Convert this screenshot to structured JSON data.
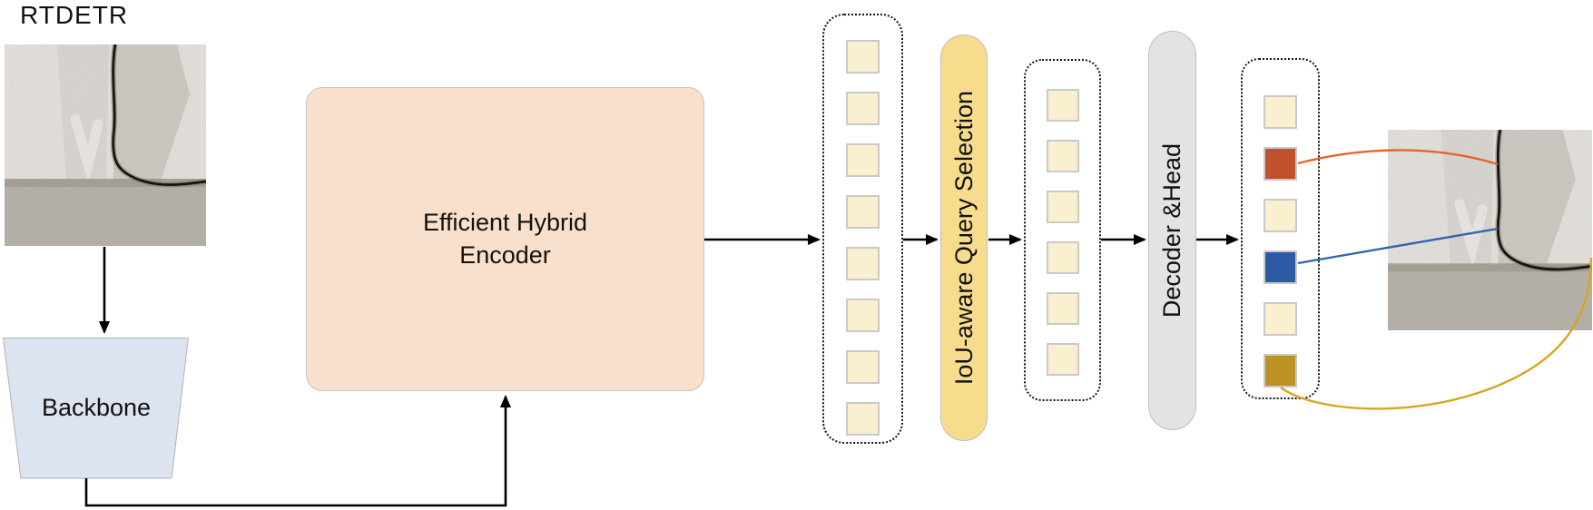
{
  "diagram": {
    "title": "RTDETR",
    "nodes": {
      "backbone": {
        "label": "Backbone",
        "fill": "#dce3f1"
      },
      "encoder": {
        "label": "Efficient Hybrid Encoder",
        "fill": "#f8e0cd"
      },
      "query_selection": {
        "label": "IoU-aware Query Selection",
        "fill": "#f8dc8e"
      },
      "decoder": {
        "label": "Decoder &Head",
        "fill": "#e3e3e3"
      }
    },
    "token_groups": [
      {
        "name": "encoder-output-tokens",
        "count": 8,
        "colors": [
          "cream",
          "cream",
          "cream",
          "cream",
          "cream",
          "cream",
          "cream",
          "cream"
        ]
      },
      {
        "name": "selected-query-tokens",
        "count": 6,
        "colors": [
          "cream",
          "cream",
          "cream",
          "cream",
          "cream",
          "cream"
        ]
      },
      {
        "name": "decoder-output-tokens",
        "count": 6,
        "colors": [
          "cream",
          "red",
          "cream",
          "blue",
          "cream",
          "gold"
        ]
      }
    ],
    "palette": {
      "cream": "#faf0d0",
      "red": "#c2502a",
      "blue": "#2d5aa5",
      "gold": "#bf9226",
      "connector_orange": "#e2662a",
      "connector_blue": "#3465b0",
      "connector_gold": "#d9a520",
      "arrow_black": "#000000"
    },
    "images": {
      "input_caption": "",
      "output_caption": ""
    }
  }
}
